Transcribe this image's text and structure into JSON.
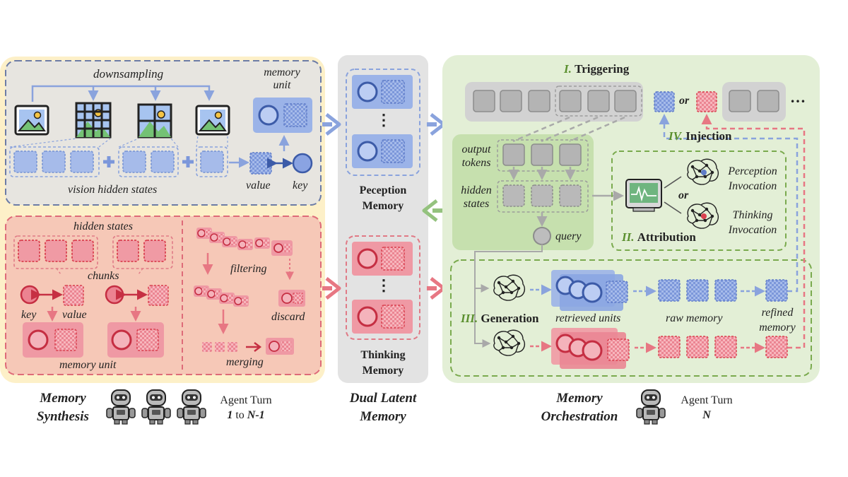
{
  "synthesis": {
    "downsampling": "downsampling",
    "memory_unit_top": "memory unit",
    "vision_hidden_states": "vision hidden states",
    "value": "value",
    "key": "key",
    "hidden_states": "hidden states",
    "chunks": "chunks",
    "key2": "key",
    "value2": "value",
    "memory_unit_bottom": "memory unit",
    "filtering": "filtering",
    "discard": "discard",
    "merging": "merging"
  },
  "dual": {
    "perception_l1": "Peception",
    "perception_l2": "Memory",
    "thinking_l1": "Thinking",
    "thinking_l2": "Memory",
    "ellipsis": "⋮"
  },
  "orchestration": {
    "triggering_num": "I.",
    "triggering": "Triggering",
    "or_top": "or",
    "dots": "…",
    "injection_num": "IV.",
    "injection": "Injection",
    "output_tokens_l1": "output",
    "output_tokens_l2": "tokens",
    "hidden_states_l1": "hidden",
    "hidden_states_l2": "states",
    "query": "query",
    "perception_inv_l1": "Perception",
    "perception_inv_l2": "Invocation",
    "or_mid": "or",
    "thinking_inv_l1": "Thinking",
    "thinking_inv_l2": "Invocation",
    "attribution_num": "II.",
    "attribution": "Attribution",
    "generation_num": "III.",
    "generation": "Generation",
    "retrieved_units": "retrieved units",
    "raw_memory": "raw memory",
    "refined_l1": "refined",
    "refined_l2": "memory"
  },
  "captions": {
    "synthesis_l1": "Memory",
    "synthesis_l2": "Synthesis",
    "dual_l1": "Dual Latent",
    "dual_l2": "Memory",
    "orch_l1": "Memory",
    "orch_l2": "Orchestration",
    "turn_left_l1": "Agent Turn",
    "turn_left_a": "1",
    "turn_left_b": " to ",
    "turn_left_c": "N-1",
    "turn_right_l1": "Agent Turn",
    "turn_right_l2": "N"
  },
  "colors": {
    "blue": "#7f9ad6",
    "red": "#e5606e",
    "gray": "#c8c8c8",
    "green_bg": "#e3efd6",
    "yellow_bg": "#fdf0c8"
  }
}
